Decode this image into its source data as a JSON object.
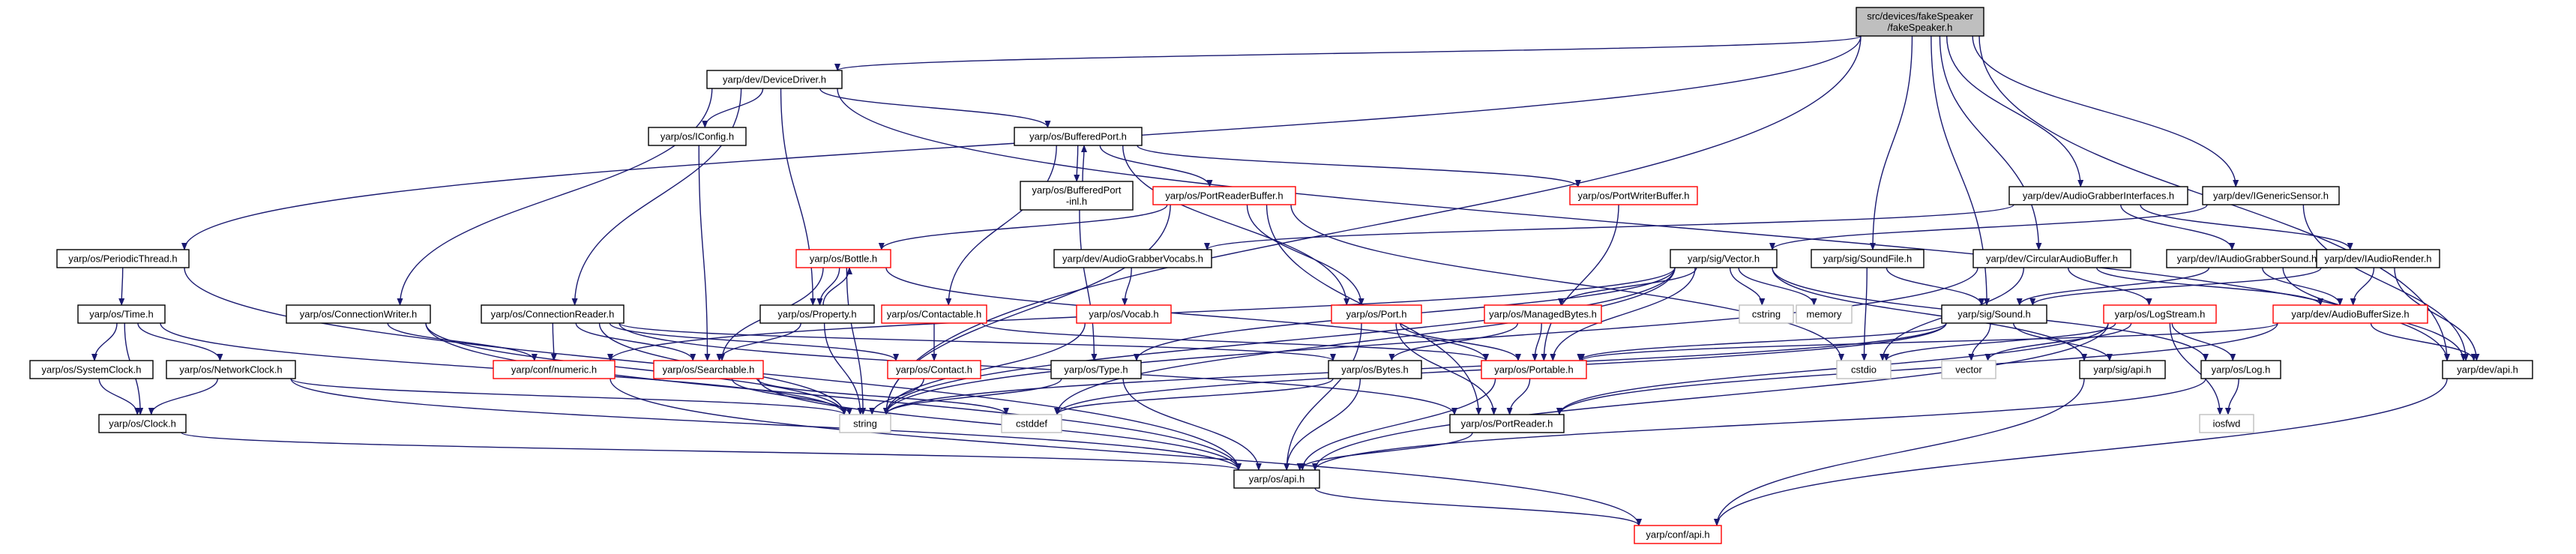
{
  "colors": {
    "edge": "#191970",
    "border_normal": "#000000",
    "border_red": "#ff0000",
    "border_grey": "#bfbfbf",
    "root_fill": "#bfbfbf",
    "node_fill": "#ffffff"
  },
  "nodes": [
    {
      "id": "root",
      "lines": [
        "src/devices/fakeSpeaker",
        "/fakeSpeaker.h"
      ],
      "style": "root"
    },
    {
      "id": "DeviceDriver",
      "lines": [
        "yarp/dev/DeviceDriver.h"
      ],
      "style": "normal"
    },
    {
      "id": "IConfig",
      "lines": [
        "yarp/os/IConfig.h"
      ],
      "style": "normal"
    },
    {
      "id": "BufferedPort",
      "lines": [
        "yarp/os/BufferedPort.h"
      ],
      "style": "normal"
    },
    {
      "id": "BufferedPortInl",
      "lines": [
        "yarp/os/BufferedPort",
        "-inl.h"
      ],
      "style": "normal"
    },
    {
      "id": "PortReaderBuffer",
      "lines": [
        "yarp/os/PortReaderBuffer.h"
      ],
      "style": "red"
    },
    {
      "id": "PortWriterBuffer",
      "lines": [
        "yarp/os/PortWriterBuffer.h"
      ],
      "style": "red"
    },
    {
      "id": "PeriodicThread",
      "lines": [
        "yarp/os/PeriodicThread.h"
      ],
      "style": "normal"
    },
    {
      "id": "Time",
      "lines": [
        "yarp/os/Time.h"
      ],
      "style": "normal"
    },
    {
      "id": "SystemClock",
      "lines": [
        "yarp/os/SystemClock.h"
      ],
      "style": "normal"
    },
    {
      "id": "NetworkClock",
      "lines": [
        "yarp/os/NetworkClock.h"
      ],
      "style": "normal"
    },
    {
      "id": "Clock",
      "lines": [
        "yarp/os/Clock.h"
      ],
      "style": "normal"
    },
    {
      "id": "ConnectionWriter",
      "lines": [
        "yarp/os/ConnectionWriter.h"
      ],
      "style": "normal"
    },
    {
      "id": "ConnectionReader",
      "lines": [
        "yarp/os/ConnectionReader.h"
      ],
      "style": "normal"
    },
    {
      "id": "Bottle",
      "lines": [
        "yarp/os/Bottle.h"
      ],
      "style": "red"
    },
    {
      "id": "Property",
      "lines": [
        "yarp/os/Property.h"
      ],
      "style": "normal"
    },
    {
      "id": "Contactable",
      "lines": [
        "yarp/os/Contactable.h"
      ],
      "style": "red"
    },
    {
      "id": "Contact",
      "lines": [
        "yarp/os/Contact.h"
      ],
      "style": "red"
    },
    {
      "id": "Searchable",
      "lines": [
        "yarp/os/Searchable.h"
      ],
      "style": "red"
    },
    {
      "id": "numeric",
      "lines": [
        "yarp/conf/numeric.h"
      ],
      "style": "red"
    },
    {
      "id": "AudioGrabberVocabs",
      "lines": [
        "yarp/dev/AudioGrabberVocabs.h"
      ],
      "style": "normal"
    },
    {
      "id": "Vocab",
      "lines": [
        "yarp/os/Vocab.h"
      ],
      "style": "red"
    },
    {
      "id": "Type",
      "lines": [
        "yarp/os/Type.h"
      ],
      "style": "normal"
    },
    {
      "id": "Port",
      "lines": [
        "yarp/os/Port.h"
      ],
      "style": "red"
    },
    {
      "id": "ManagedBytes",
      "lines": [
        "yarp/os/ManagedBytes.h"
      ],
      "style": "red"
    },
    {
      "id": "Bytes",
      "lines": [
        "yarp/os/Bytes.h"
      ],
      "style": "normal"
    },
    {
      "id": "Portable",
      "lines": [
        "yarp/os/Portable.h"
      ],
      "style": "red"
    },
    {
      "id": "PortReader",
      "lines": [
        "yarp/os/PortReader.h"
      ],
      "style": "normal"
    },
    {
      "id": "osapi",
      "lines": [
        "yarp/os/api.h"
      ],
      "style": "normal"
    },
    {
      "id": "confapi",
      "lines": [
        "yarp/conf/api.h"
      ],
      "style": "red"
    },
    {
      "id": "string",
      "lines": [
        "string"
      ],
      "style": "grey"
    },
    {
      "id": "cstddef",
      "lines": [
        "cstddef"
      ],
      "style": "grey"
    },
    {
      "id": "Vector",
      "lines": [
        "yarp/sig/Vector.h"
      ],
      "style": "normal"
    },
    {
      "id": "cstring",
      "lines": [
        "cstring"
      ],
      "style": "grey"
    },
    {
      "id": "memory",
      "lines": [
        "memory"
      ],
      "style": "grey"
    },
    {
      "id": "SoundFile",
      "lines": [
        "yarp/sig/SoundFile.h"
      ],
      "style": "normal"
    },
    {
      "id": "Sound",
      "lines": [
        "yarp/sig/Sound.h"
      ],
      "style": "normal"
    },
    {
      "id": "cstdio",
      "lines": [
        "cstdio"
      ],
      "style": "grey"
    },
    {
      "id": "CircularAudioBuffer",
      "lines": [
        "yarp/dev/CircularAudioBuffer.h"
      ],
      "style": "normal"
    },
    {
      "id": "LogStream",
      "lines": [
        "yarp/os/LogStream.h"
      ],
      "style": "red"
    },
    {
      "id": "vector",
      "lines": [
        "vector"
      ],
      "style": "grey"
    },
    {
      "id": "sigapi",
      "lines": [
        "yarp/sig/api.h"
      ],
      "style": "normal"
    },
    {
      "id": "Log",
      "lines": [
        "yarp/os/Log.h"
      ],
      "style": "normal"
    },
    {
      "id": "iosfwd",
      "lines": [
        "iosfwd"
      ],
      "style": "grey"
    },
    {
      "id": "AudioGrabberInterfaces",
      "lines": [
        "yarp/dev/AudioGrabberInterfaces.h"
      ],
      "style": "normal"
    },
    {
      "id": "IAudioGrabberSound",
      "lines": [
        "yarp/dev/IAudioGrabberSound.h"
      ],
      "style": "normal"
    },
    {
      "id": "IAudioRender",
      "lines": [
        "yarp/dev/IAudioRender.h"
      ],
      "style": "normal"
    },
    {
      "id": "AudioBufferSize",
      "lines": [
        "yarp/dev/AudioBufferSize.h"
      ],
      "style": "red"
    },
    {
      "id": "devapi",
      "lines": [
        "yarp/dev/api.h"
      ],
      "style": "normal"
    },
    {
      "id": "IGenericSensor",
      "lines": [
        "yarp/dev/IGenericSensor.h"
      ],
      "style": "normal"
    }
  ],
  "edges": [
    [
      "root",
      "DeviceDriver"
    ],
    [
      "root",
      "PeriodicThread"
    ],
    [
      "root",
      "string"
    ],
    [
      "root",
      "SoundFile"
    ],
    [
      "root",
      "Sound"
    ],
    [
      "root",
      "CircularAudioBuffer"
    ],
    [
      "root",
      "AudioGrabberInterfaces"
    ],
    [
      "root",
      "IGenericSensor"
    ],
    [
      "root",
      "devapi"
    ],
    [
      "DeviceDriver",
      "IConfig"
    ],
    [
      "DeviceDriver",
      "BufferedPort"
    ],
    [
      "DeviceDriver",
      "ConnectionWriter"
    ],
    [
      "DeviceDriver",
      "ConnectionReader"
    ],
    [
      "DeviceDriver",
      "Property"
    ],
    [
      "DeviceDriver",
      "devapi"
    ],
    [
      "IConfig",
      "Searchable"
    ],
    [
      "BufferedPort",
      "BufferedPortInl"
    ],
    [
      "BufferedPort",
      "PortReaderBuffer"
    ],
    [
      "BufferedPort",
      "PortWriterBuffer"
    ],
    [
      "BufferedPort",
      "Port"
    ],
    [
      "BufferedPort",
      "Contactable"
    ],
    [
      "BufferedPortInl",
      "BufferedPort"
    ],
    [
      "BufferedPortInl",
      "Type"
    ],
    [
      "PortReaderBuffer",
      "Bottle"
    ],
    [
      "PortReaderBuffer",
      "Port"
    ],
    [
      "PortReaderBuffer",
      "PortReader"
    ],
    [
      "PortReaderBuffer",
      "string"
    ],
    [
      "PortReaderBuffer",
      "cstdio"
    ],
    [
      "PortWriterBuffer",
      "Portable"
    ],
    [
      "PeriodicThread",
      "Time"
    ],
    [
      "PeriodicThread",
      "osapi"
    ],
    [
      "Time",
      "SystemClock"
    ],
    [
      "Time",
      "NetworkClock"
    ],
    [
      "Time",
      "Clock"
    ],
    [
      "Time",
      "string"
    ],
    [
      "SystemClock",
      "Clock"
    ],
    [
      "NetworkClock",
      "Clock"
    ],
    [
      "NetworkClock",
      "osapi"
    ],
    [
      "NetworkClock",
      "string"
    ],
    [
      "Clock",
      "osapi"
    ],
    [
      "ConnectionWriter",
      "numeric"
    ],
    [
      "ConnectionWriter",
      "string"
    ],
    [
      "ConnectionWriter",
      "osapi"
    ],
    [
      "ConnectionReader",
      "numeric"
    ],
    [
      "ConnectionReader",
      "Contact"
    ],
    [
      "ConnectionReader",
      "Searchable"
    ],
    [
      "ConnectionReader",
      "Bytes"
    ],
    [
      "ConnectionReader",
      "string"
    ],
    [
      "ConnectionReader",
      "PortReader"
    ],
    [
      "Bottle",
      "Property"
    ],
    [
      "Bottle",
      "Searchable"
    ],
    [
      "Bottle",
      "Portable"
    ],
    [
      "Bottle",
      "string"
    ],
    [
      "Property",
      "Bottle"
    ],
    [
      "Property",
      "Searchable"
    ],
    [
      "Property",
      "string"
    ],
    [
      "Contactable",
      "Contact"
    ],
    [
      "Contactable",
      "Portable"
    ],
    [
      "Contact",
      "string"
    ],
    [
      "Searchable",
      "string"
    ],
    [
      "Searchable",
      "cstddef"
    ],
    [
      "Searchable",
      "osapi"
    ],
    [
      "numeric",
      "confapi"
    ],
    [
      "AudioGrabberVocabs",
      "Vocab"
    ],
    [
      "Vocab",
      "string"
    ],
    [
      "Type",
      "string"
    ],
    [
      "Type",
      "osapi"
    ],
    [
      "Port",
      "Portable"
    ],
    [
      "Port",
      "PortReader"
    ],
    [
      "Port",
      "osapi"
    ],
    [
      "ManagedBytes",
      "Bytes"
    ],
    [
      "ManagedBytes",
      "Portable"
    ],
    [
      "Bytes",
      "osapi"
    ],
    [
      "Bytes",
      "cstddef"
    ],
    [
      "Portable",
      "PortReader"
    ],
    [
      "Portable",
      "osapi"
    ],
    [
      "PortReader",
      "osapi"
    ],
    [
      "osapi",
      "confapi"
    ],
    [
      "Vector",
      "cstring"
    ],
    [
      "Vector",
      "memory"
    ],
    [
      "Vector",
      "ManagedBytes"
    ],
    [
      "Vector",
      "Type"
    ],
    [
      "Vector",
      "Portable"
    ],
    [
      "Vector",
      "string"
    ],
    [
      "Vector",
      "cstddef"
    ],
    [
      "Vector",
      "Log"
    ],
    [
      "Vector",
      "sigapi"
    ],
    [
      "Vector",
      "numeric"
    ],
    [
      "SoundFile",
      "Sound"
    ],
    [
      "SoundFile",
      "cstdio"
    ],
    [
      "Sound",
      "Portable"
    ],
    [
      "Sound",
      "vector"
    ],
    [
      "Sound",
      "string"
    ],
    [
      "Sound",
      "sigapi"
    ],
    [
      "Sound",
      "cstddef"
    ],
    [
      "CircularAudioBuffer",
      "LogStream"
    ],
    [
      "CircularAudioBuffer",
      "AudioBufferSize"
    ],
    [
      "CircularAudioBuffer",
      "cstdio"
    ],
    [
      "CircularAudioBuffer",
      "string"
    ],
    [
      "LogStream",
      "Log"
    ],
    [
      "LogStream",
      "cstdio"
    ],
    [
      "LogStream",
      "vector"
    ],
    [
      "LogStream",
      "iosfwd"
    ],
    [
      "LogStream",
      "osapi"
    ],
    [
      "LogStream",
      "PortReader"
    ],
    [
      "sigapi",
      "confapi"
    ],
    [
      "Log",
      "iosfwd"
    ],
    [
      "Log",
      "osapi"
    ],
    [
      "AudioGrabberInterfaces",
      "AudioGrabberVocabs"
    ],
    [
      "AudioGrabberInterfaces",
      "IAudioGrabberSound"
    ],
    [
      "AudioGrabberInterfaces",
      "IAudioRender"
    ],
    [
      "IAudioGrabberSound",
      "Sound"
    ],
    [
      "IAudioGrabberSound",
      "AudioBufferSize"
    ],
    [
      "IAudioGrabberSound",
      "devapi"
    ],
    [
      "IAudioRender",
      "Sound"
    ],
    [
      "IAudioRender",
      "AudioBufferSize"
    ],
    [
      "IAudioRender",
      "devapi"
    ],
    [
      "AudioBufferSize",
      "Portable"
    ],
    [
      "AudioBufferSize",
      "PortReader"
    ],
    [
      "AudioBufferSize",
      "devapi"
    ],
    [
      "devapi",
      "confapi"
    ],
    [
      "IGenericSensor",
      "Vector"
    ],
    [
      "IGenericSensor",
      "devapi"
    ]
  ]
}
